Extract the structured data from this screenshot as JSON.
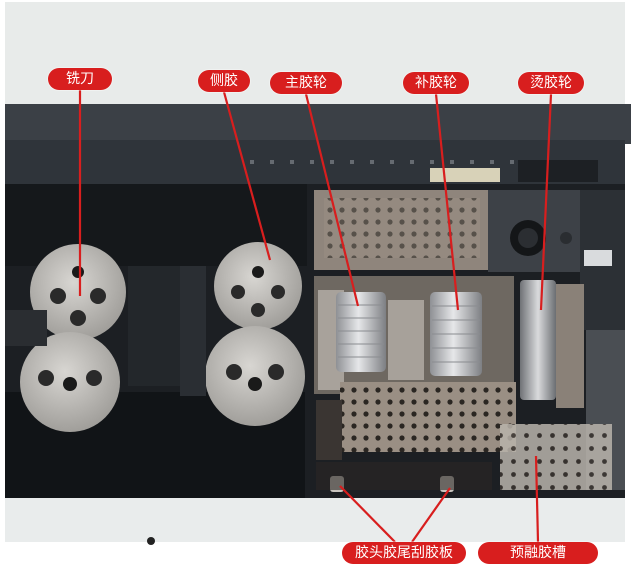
{
  "labels": {
    "milling_cutter": "铣刀",
    "side_glue": "侧胶",
    "main_glue_wheel": "主胶轮",
    "supplement_glue_wheel": "补胶轮",
    "ironing_glue_wheel": "烫胶轮",
    "head_tail_glue_scraper": "胶头胶尾刮胶板",
    "pre_melt_glue_tank": "预融胶槽"
  },
  "colors": {
    "label_background": "#d81e1e",
    "label_text": "#ffffff",
    "leader_line": "#d81e1e"
  }
}
